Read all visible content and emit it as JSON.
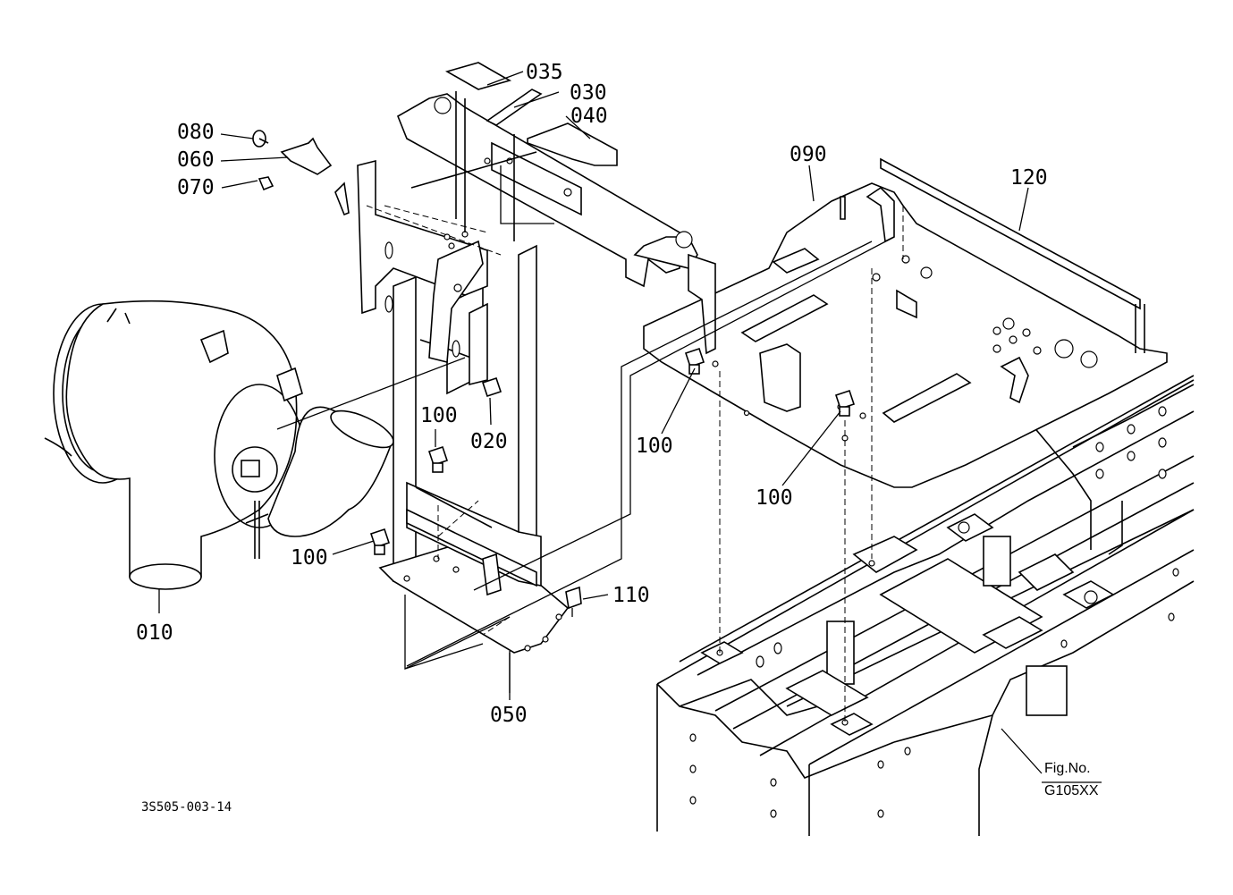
{
  "callouts": {
    "c010": "010",
    "c020": "020",
    "c030": "030",
    "c035": "035",
    "c040": "040",
    "c050": "050",
    "c060": "060",
    "c070": "070",
    "c080": "080",
    "c090": "090",
    "c100a": "100",
    "c100b": "100",
    "c100c": "100",
    "c100d": "100",
    "c110": "110",
    "c120": "120"
  },
  "figure": {
    "fig_label": "Fig.No.",
    "fig_number": "G105XX",
    "drawing_code": "3S505-003-14"
  }
}
